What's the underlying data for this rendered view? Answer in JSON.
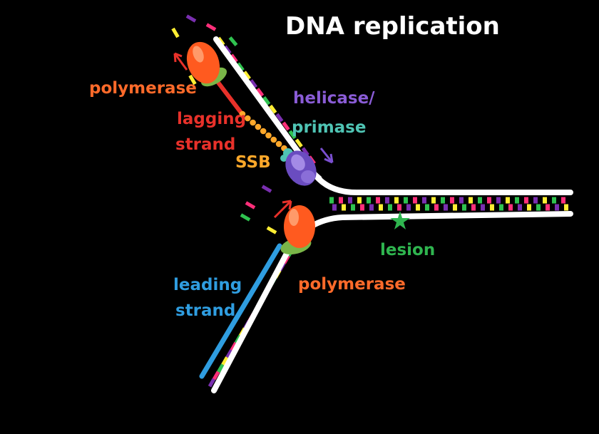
{
  "title": "DNA replication",
  "labels": {
    "polymerase_top": "polymerase",
    "lagging_line1": "lagging",
    "lagging_line2": "strand",
    "ssb": "SSB",
    "helicase_line1": "helicase/",
    "helicase_line2": "primase",
    "lesion": "lesion",
    "leading_line1": "leading",
    "leading_line2": "strand",
    "polymerase_bottom": "polymerase"
  },
  "colors": {
    "background": "#000000",
    "title": "#ffffff",
    "polymerase": "#ff6a2a",
    "lagging": "#e8312a",
    "ssb": "#ffa82a",
    "helicase": "#8a5cd6",
    "primase": "#4fc4b4",
    "lesion": "#2fb54f",
    "leading": "#2f9de0",
    "strand_outline": "#ffffff",
    "base_colors": [
      "#ffee33",
      "#7a2fb0",
      "#ff2f7a",
      "#2fc24f"
    ]
  },
  "icons": [
    "polymerase-enzyme-icon",
    "helicase-enzyme-icon",
    "lesion-star-icon",
    "direction-arrow-icon"
  ]
}
